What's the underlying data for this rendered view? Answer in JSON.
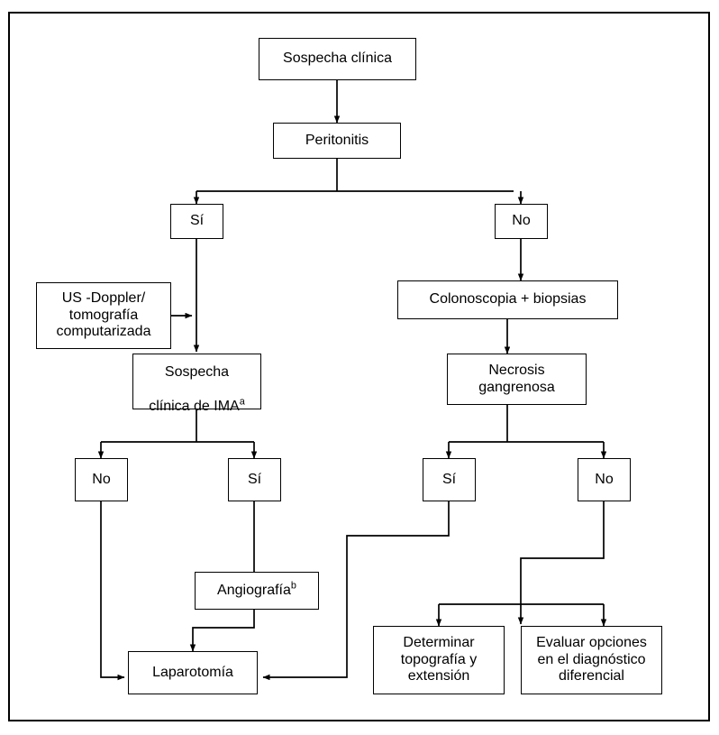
{
  "diagram": {
    "title": "Algoritmo diagnostico - flujograma clinico",
    "background_color": "#ffffff",
    "line_color": "#000000",
    "text_color": "#000000",
    "nodes": {
      "sospecha_clinica": "Sospecha clínica",
      "peritonitis": "Peritonitis",
      "peritonitis_si": "Sí",
      "peritonitis_no": "No",
      "us_doppler": "US -Doppler/\ntomografía\ncomputarizada",
      "colonoscopia": "Colonoscopia + biopsias",
      "sospecha_ima_line1": "Sospecha",
      "sospecha_ima_line2": "clínica de IMA",
      "sospecha_ima_sup": "a",
      "necrosis": "Necrosis\ngangrenosa",
      "ima_no": "No",
      "ima_si": "Sí",
      "necrosis_si": "Sí",
      "necrosis_no": "No",
      "angiografia_text": "Angiografía",
      "angiografia_sup": "b",
      "laparotomia": "Laparotomía",
      "determinar": "Determinar\ntopografía y\nextensión",
      "evaluar": "Evaluar opciones\nen el diagnóstico\ndiferencial"
    }
  }
}
